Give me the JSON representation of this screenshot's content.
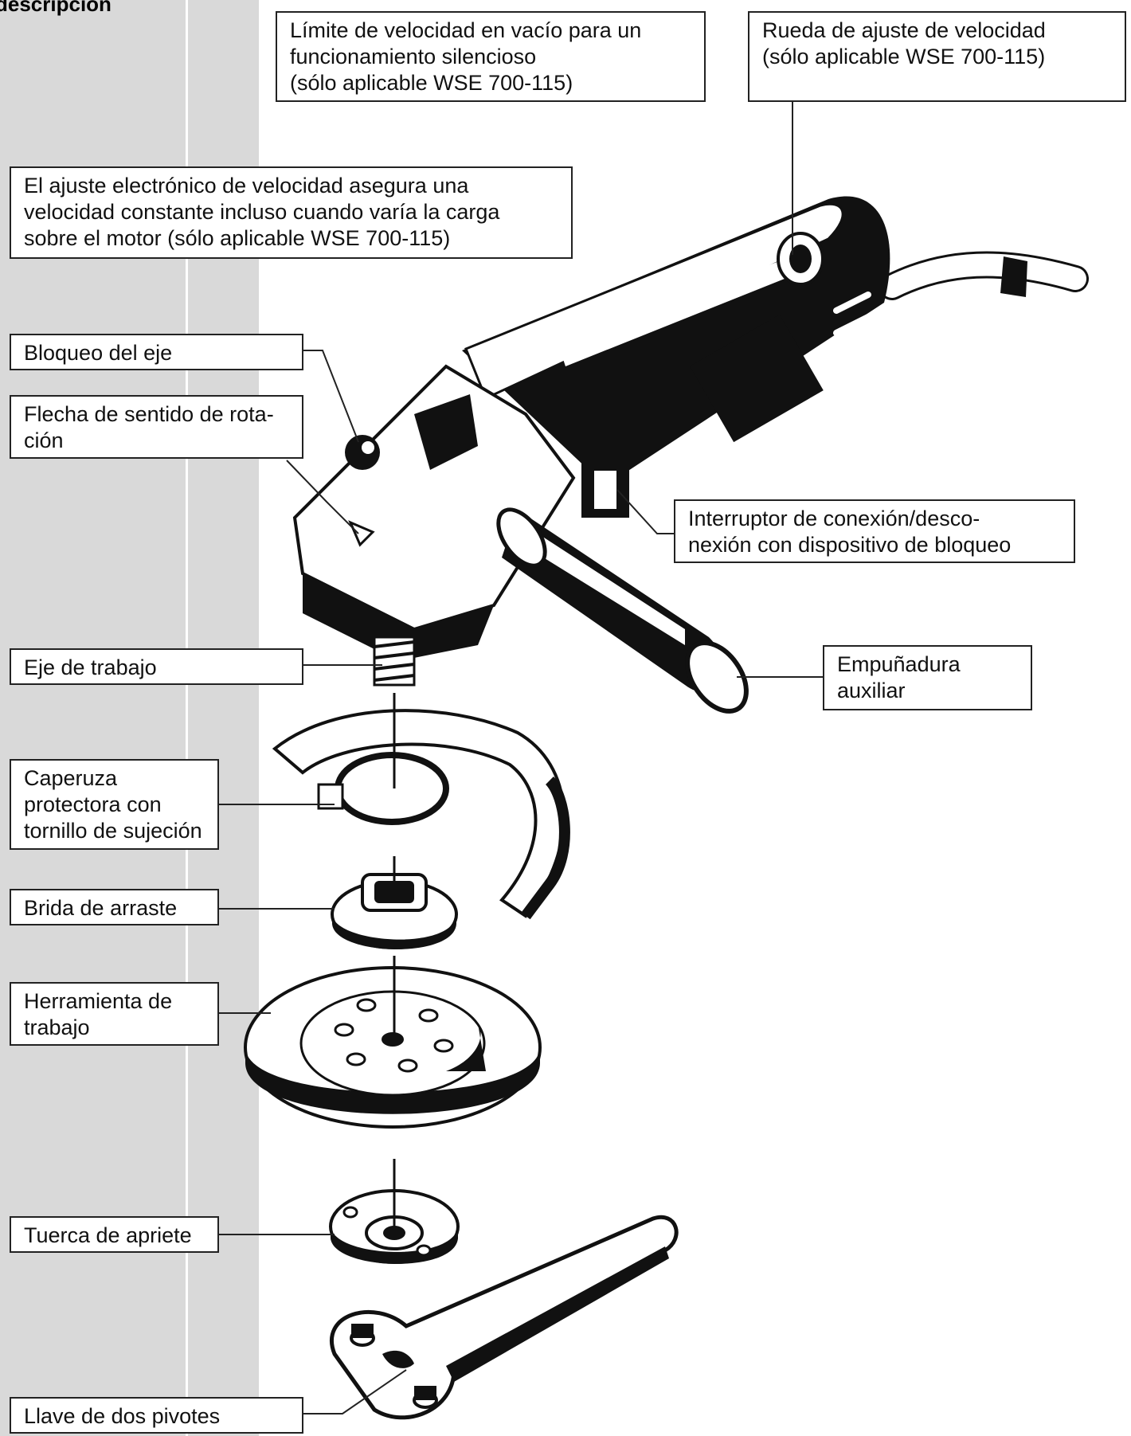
{
  "heading": "descripción",
  "labels": {
    "limite_velocidad": "Límite de velocidad en vacío para un\nfuncionamiento silencioso\n(sólo aplicable  WSE 700-115)",
    "rueda_ajuste": "Rueda de ajuste de velocidad\n(sólo aplicable  WSE 700-115)",
    "ajuste_electronico": "El ajuste electrónico de velocidad asegura una\nvelocidad constante incluso cuando varía la carga\nsobre el motor (sólo aplicable  WSE 700-115)",
    "bloqueo_eje": "Bloqueo del eje",
    "flecha_rotacion": "Flecha de sentido de rota-\nción",
    "interruptor": "Interruptor de conexión/desco-\nnexión con dispositivo de bloqueo",
    "eje_trabajo": "Eje de trabajo",
    "empunadura": "Empuñadura\nauxiliar",
    "caperuza": "Caperuza\nprotectora con\ntornillo de sujeción",
    "brida": "Brida de arraste",
    "herramienta": "Herramienta de\ntrabajo",
    "tuerca": "Tuerca de apriete",
    "llave": "Llave de dos pivotes"
  },
  "icons": [
    "angle-grinder-illustration",
    "protective-guard",
    "drive-flange",
    "grinding-disc",
    "clamping-nut",
    "pin-wrench"
  ]
}
